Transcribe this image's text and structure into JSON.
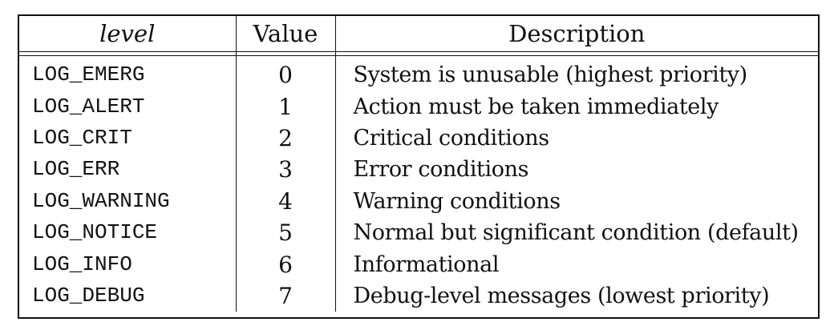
{
  "table": {
    "headers": {
      "level": "level",
      "value": "Value",
      "description": "Description"
    },
    "rows": [
      {
        "level": "LOG_EMERG",
        "value": "0",
        "description": "System is unusable (highest priority)"
      },
      {
        "level": "LOG_ALERT",
        "value": "1",
        "description": "Action must be taken immediately"
      },
      {
        "level": "LOG_CRIT",
        "value": "2",
        "description": "Critical conditions"
      },
      {
        "level": "LOG_ERR",
        "value": "3",
        "description": "Error conditions"
      },
      {
        "level": "LOG_WARNING",
        "value": "4",
        "description": "Warning conditions"
      },
      {
        "level": "LOG_NOTICE",
        "value": "5",
        "description": "Normal but significant condition (default)"
      },
      {
        "level": "LOG_INFO",
        "value": "6",
        "description": "Informational"
      },
      {
        "level": "LOG_DEBUG",
        "value": "7",
        "description": "Debug-level messages (lowest priority)"
      }
    ]
  }
}
